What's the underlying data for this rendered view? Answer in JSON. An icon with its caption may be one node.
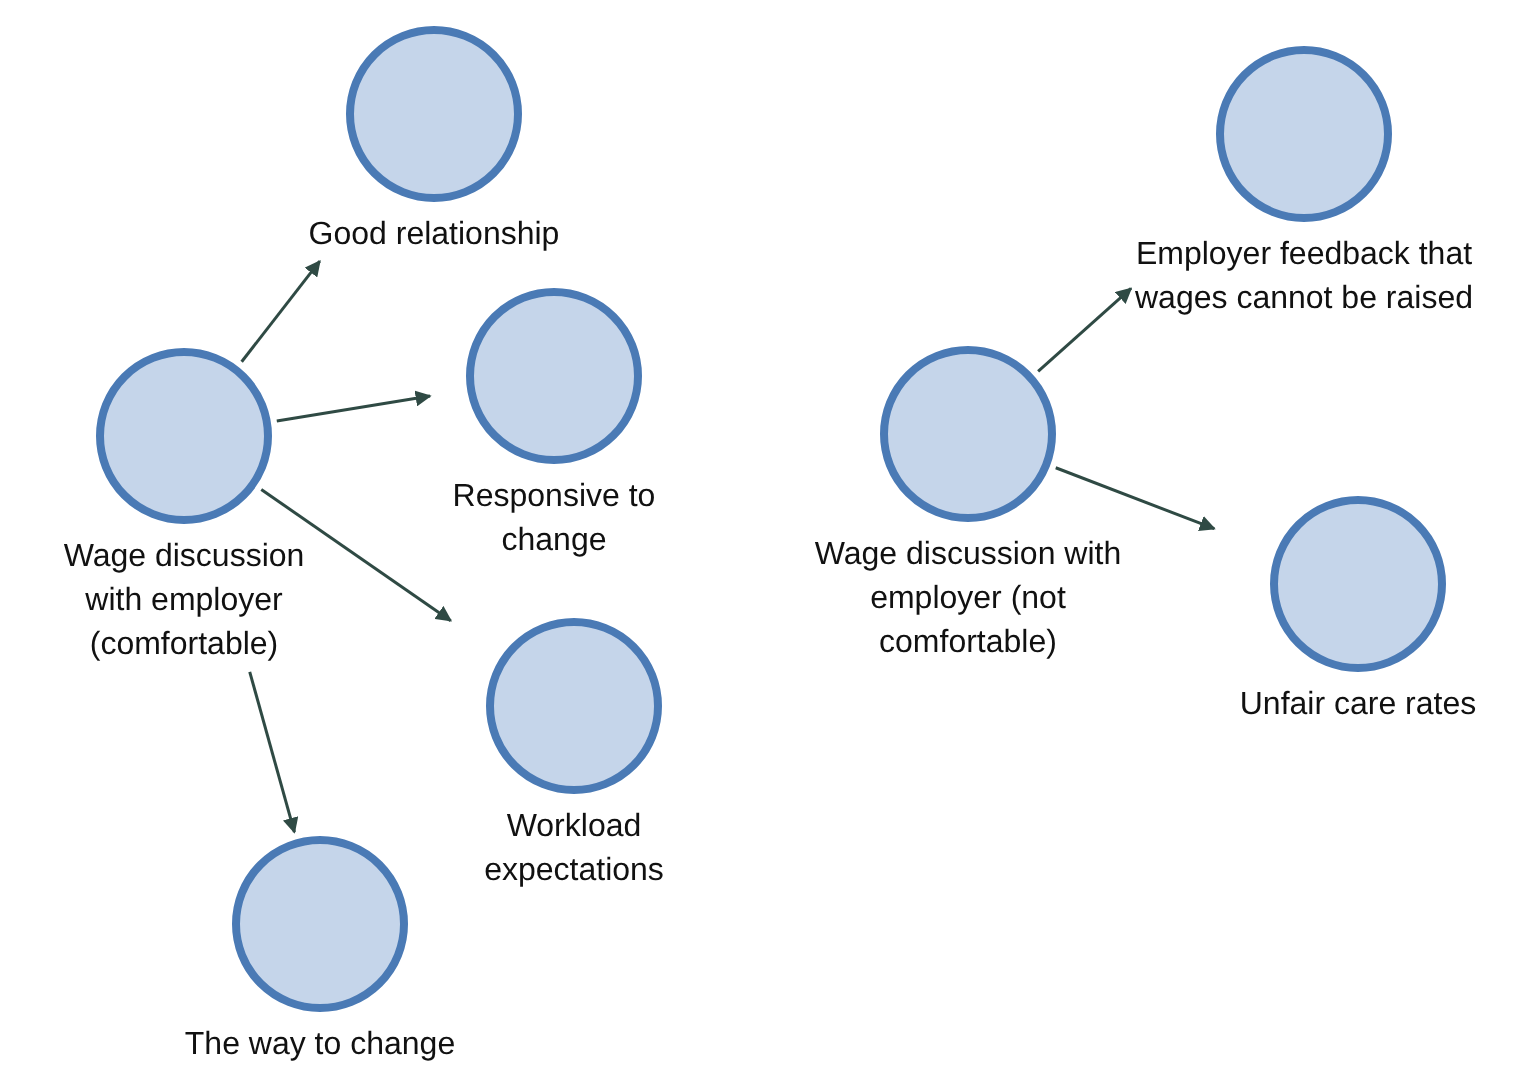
{
  "diagram": {
    "nodes": [
      {
        "text": [
          "Good relationship"
        ]
      },
      {
        "text": [
          "Wage discussion with employer (comfortable)"
        ]
      },
      {
        "text": [
          "Responsive to change"
        ]
      },
      {
        "text": [
          "Workload expectations"
        ]
      },
      {
        "text": [
          "The way to change"
        ]
      },
      {
        "text": [
          "Employer feedback that wages cannot be raised"
        ]
      },
      {
        "text": [
          "Wage discussion with employer (not comfortable)"
        ]
      },
      {
        "text": [
          "Unfair care rates"
        ]
      }
    ],
    "edges": [
      {
        "from": 1,
        "to": 0,
        "arrow": "to"
      },
      {
        "from": 1,
        "to": 2,
        "arrow": "to"
      },
      {
        "from": 1,
        "to": 3,
        "arrow": "to"
      },
      {
        "from": 1,
        "to": 4,
        "arrow": "to"
      },
      {
        "from": 6,
        "to": 5,
        "arrow": "to"
      },
      {
        "from": 6,
        "to": 7,
        "arrow": "to"
      }
    ]
  }
}
